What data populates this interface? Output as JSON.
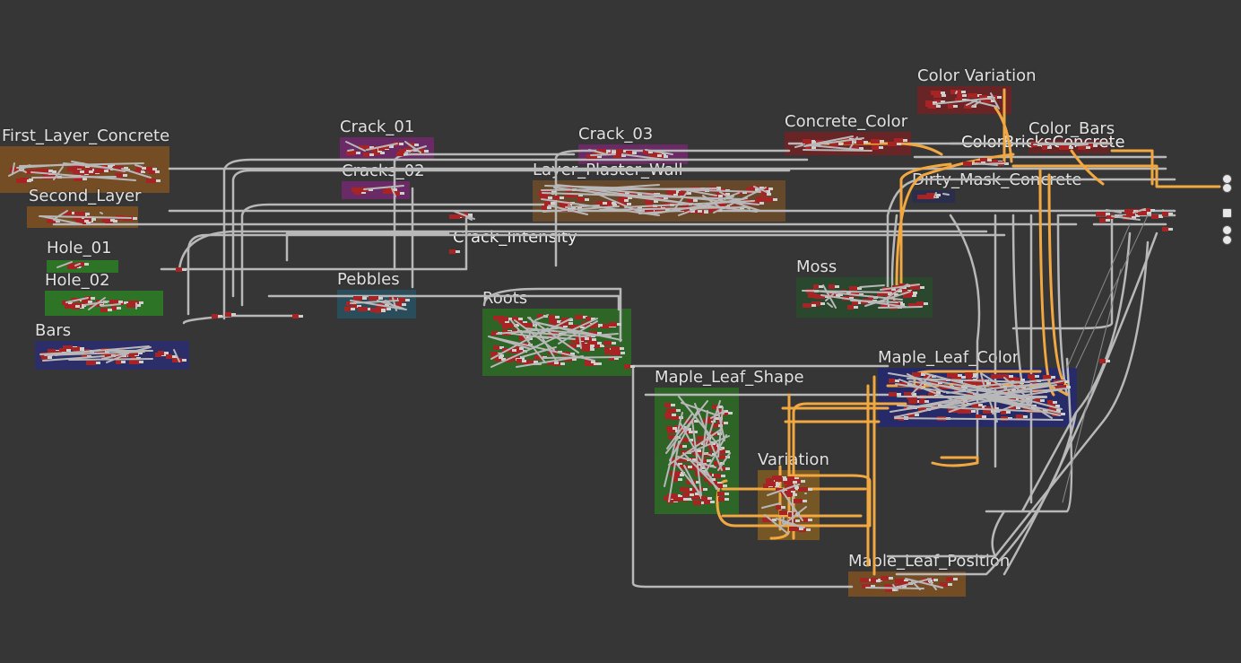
{
  "frames": [
    {
      "id": "first-layer-concrete",
      "title": "First_Layer_Concrete",
      "color": "#7a4f24"
    },
    {
      "id": "second-layer",
      "title": "Second_Layer",
      "color": "#7a4f24"
    },
    {
      "id": "hole-01",
      "title": "Hole_01",
      "color": "#2e7a26"
    },
    {
      "id": "hole-02",
      "title": "Hole_02",
      "color": "#2e7a26"
    },
    {
      "id": "bars",
      "title": "Bars",
      "color": "#2a2e6e"
    },
    {
      "id": "crack-01",
      "title": "Crack_01",
      "color": "#6e2a6a"
    },
    {
      "id": "cracks-02",
      "title": "Cracks_02",
      "color": "#6e2a6a"
    },
    {
      "id": "crack-03",
      "title": "Crack_03",
      "color": "#6e2a6a"
    },
    {
      "id": "layer-plaster-wall",
      "title": "Layer_Plaster_Wall",
      "color": "#6b4a2a"
    },
    {
      "id": "crack-intensity",
      "title": "Crack_Intensity",
      "color": ""
    },
    {
      "id": "pebbles",
      "title": "Pebbles",
      "color": "#2a5060"
    },
    {
      "id": "roots",
      "title": "Roots",
      "color": "#2e6a26"
    },
    {
      "id": "concrete-color",
      "title": "Concrete_Color",
      "color": "#6e2424"
    },
    {
      "id": "color-variation",
      "title": "Color Variation",
      "color": "#6e2424"
    },
    {
      "id": "color-bars",
      "title": "Color_Bars",
      "color": "#6e2424"
    },
    {
      "id": "color-bricks-concrete",
      "title": "ColorBricksConcrete",
      "color": ""
    },
    {
      "id": "dirty-mask-concrete",
      "title": "Dirty_Mask_Concrete",
      "color": "#2a2e4e"
    },
    {
      "id": "moss",
      "title": "Moss",
      "color": "#2a4a2e"
    },
    {
      "id": "maple-leaf-color",
      "title": "Maple_Leaf_Color",
      "color": "#262a6e"
    },
    {
      "id": "maple-leaf-shape",
      "title": "Maple_Leaf_Shape",
      "color": "#2e6a26"
    },
    {
      "id": "variation",
      "title": "Variation",
      "color": "#7a5a24"
    },
    {
      "id": "maple-leaf-position",
      "title": "Maple_Leaf_Position",
      "color": "#7a4f24"
    }
  ],
  "wire_colors": {
    "default": "#b8b8b8",
    "highlight": "#f2a840"
  },
  "node_colors": {
    "node": "#a82424",
    "port": "#8ab6d6"
  }
}
